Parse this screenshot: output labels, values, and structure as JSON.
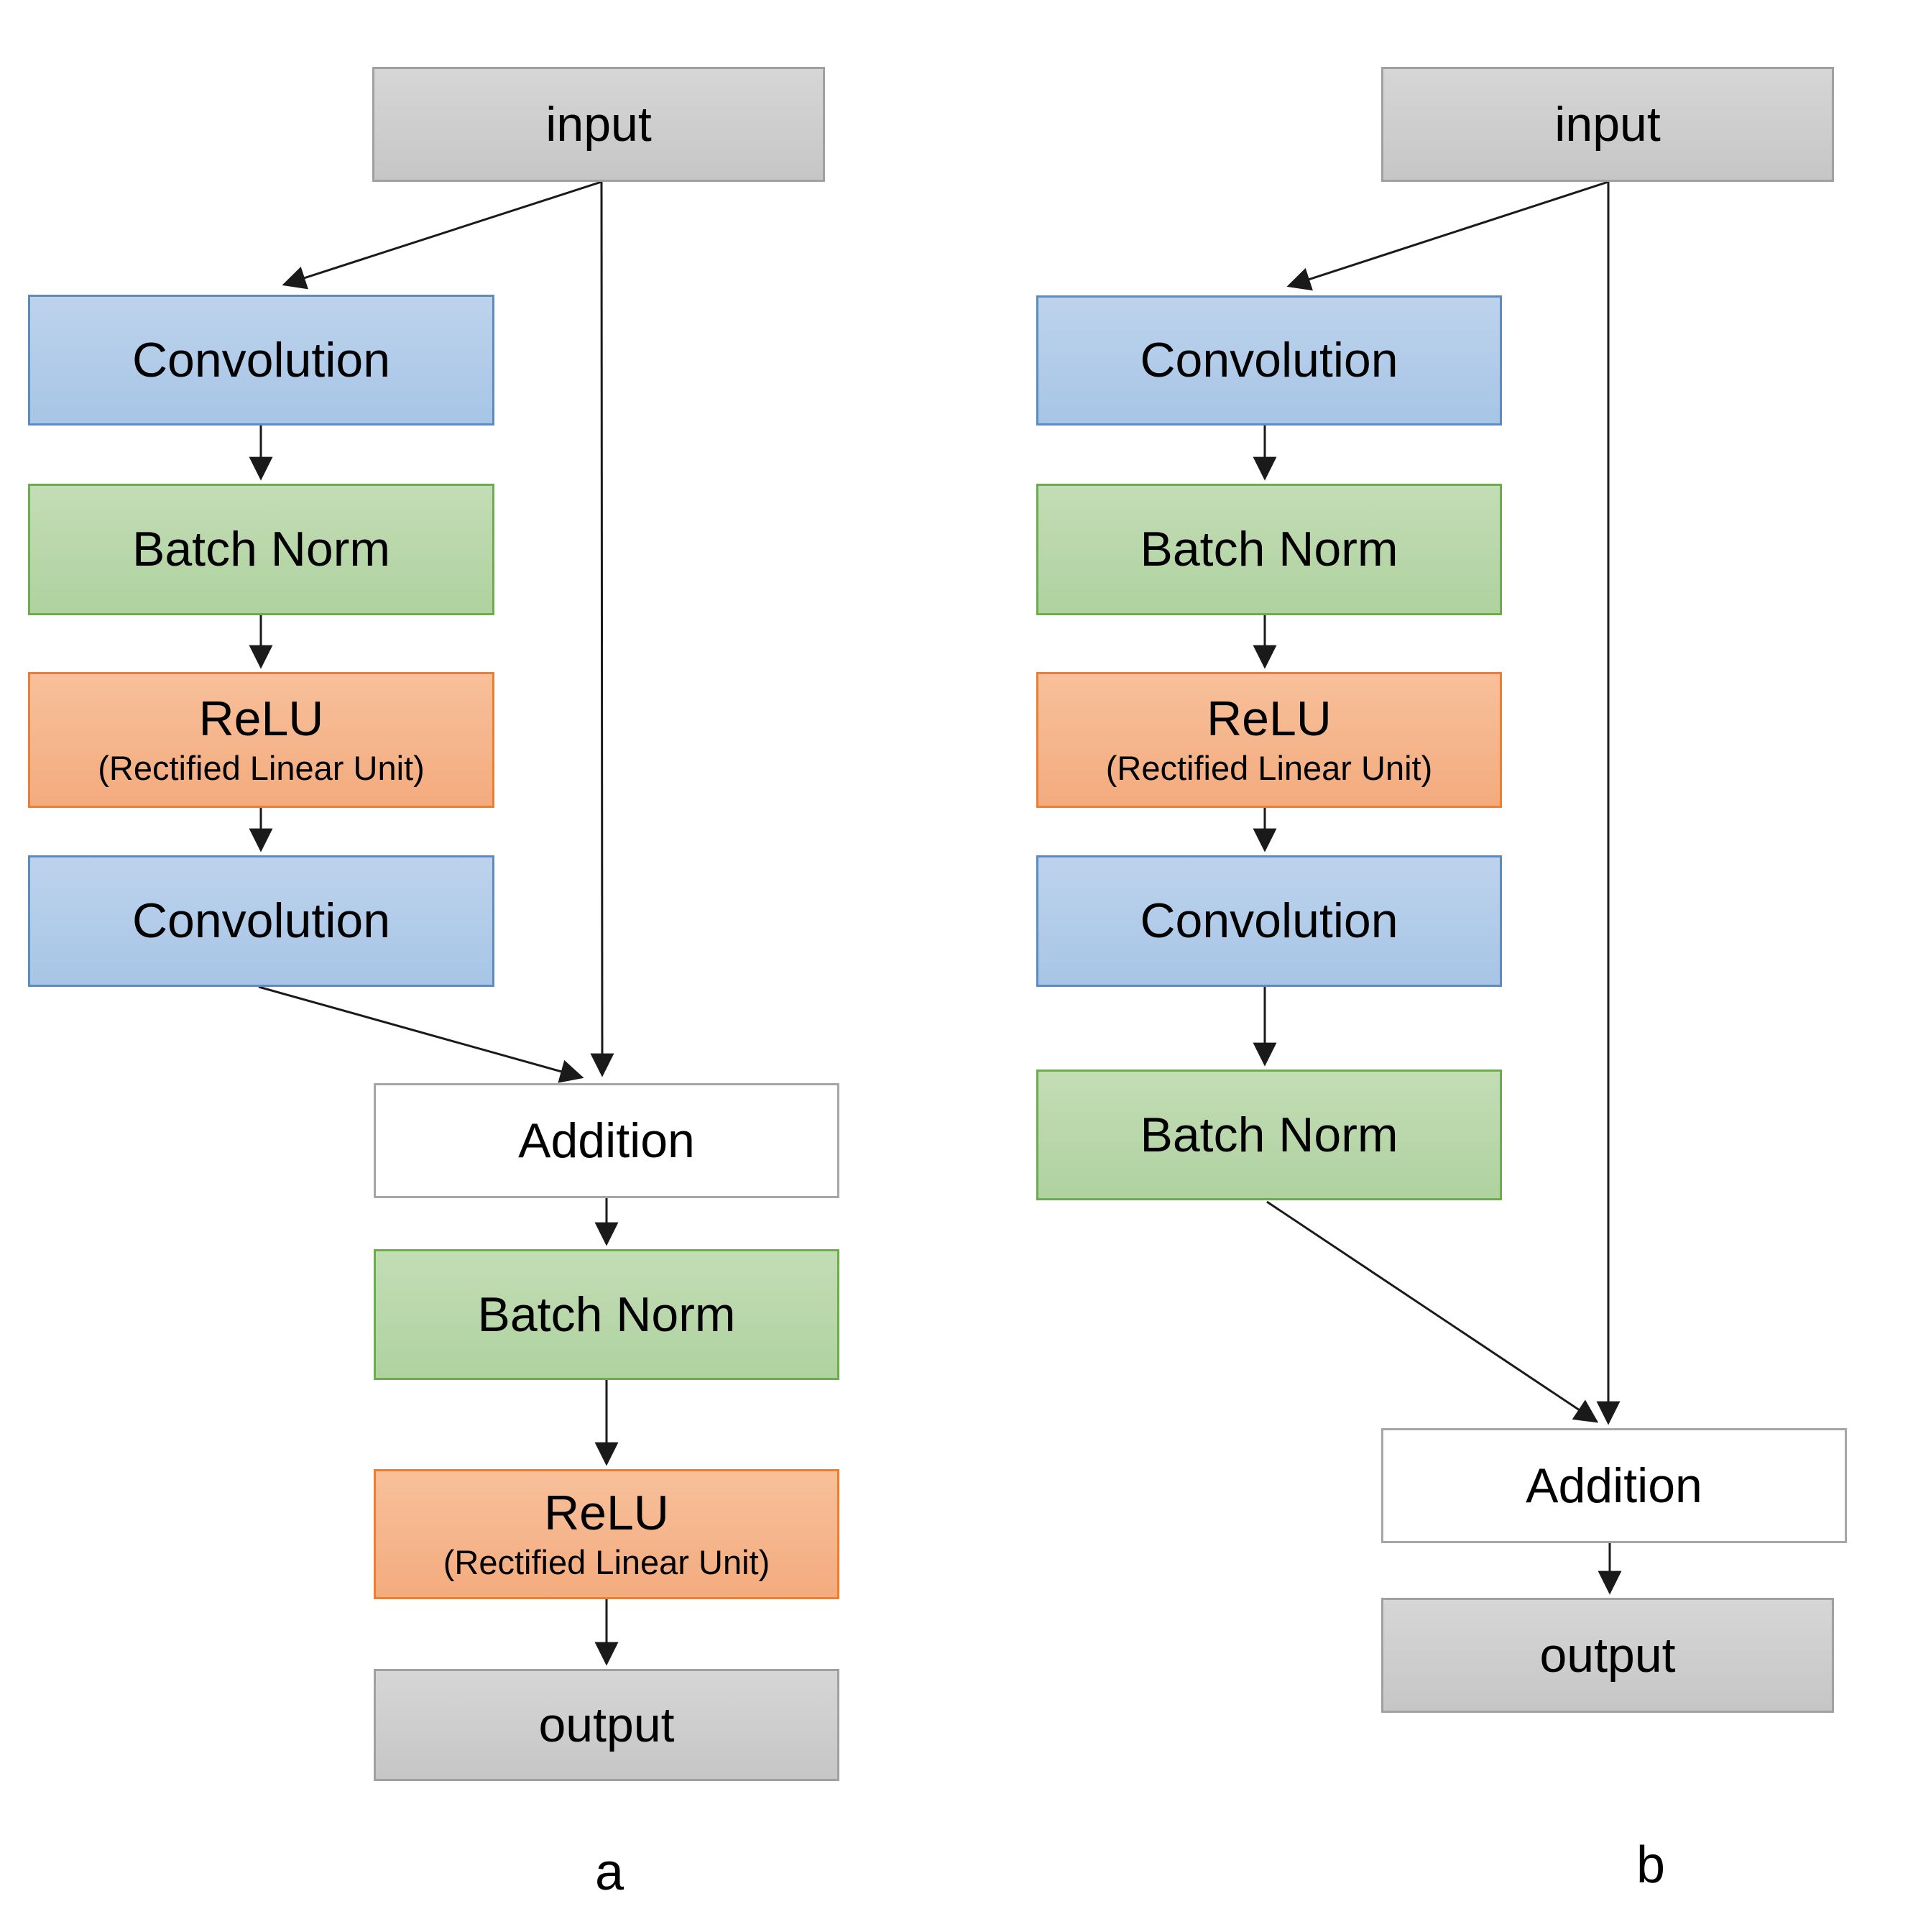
{
  "colors": {
    "box_blue_fill_top": "#BDD3EC",
    "box_blue_fill_bottom": "#A7C5E6",
    "box_blue_border": "#5B8BC0",
    "box_green_fill_top": "#C3DDB5",
    "box_green_fill_bottom": "#AFD2A0",
    "box_green_border": "#6CAC4D",
    "box_orange_fill_top": "#F8C09A",
    "box_orange_fill_bottom": "#F3AB7E",
    "box_orange_border": "#EE7D31",
    "box_gray_fill_top": "#D6D6D6",
    "box_gray_fill_bottom": "#C6C6C6",
    "box_gray_border": "#A0A0A0",
    "box_white_fill": "#FFFFFF",
    "box_white_border": "#A6A6A6",
    "arrow_color": "#1A1A1A",
    "text_color": "#000000"
  },
  "diagram_a": {
    "label": "a",
    "nodes": {
      "input": "input",
      "conv1": "Convolution",
      "bn1": "Batch Norm",
      "relu1": {
        "title": "ReLU",
        "subtitle": "(Rectified Linear Unit)"
      },
      "conv2": "Convolution",
      "addition": "Addition",
      "bn2": "Batch Norm",
      "relu2": {
        "title": "ReLU",
        "subtitle": "(Rectified Linear Unit)"
      },
      "output": "output"
    }
  },
  "diagram_b": {
    "label": "b",
    "nodes": {
      "input": "input",
      "conv1": "Convolution",
      "bn1": "Batch Norm",
      "relu1": {
        "title": "ReLU",
        "subtitle": "(Rectified Linear Unit)"
      },
      "conv2": "Convolution",
      "bn2": "Batch Norm",
      "addition": "Addition",
      "output": "output"
    }
  }
}
